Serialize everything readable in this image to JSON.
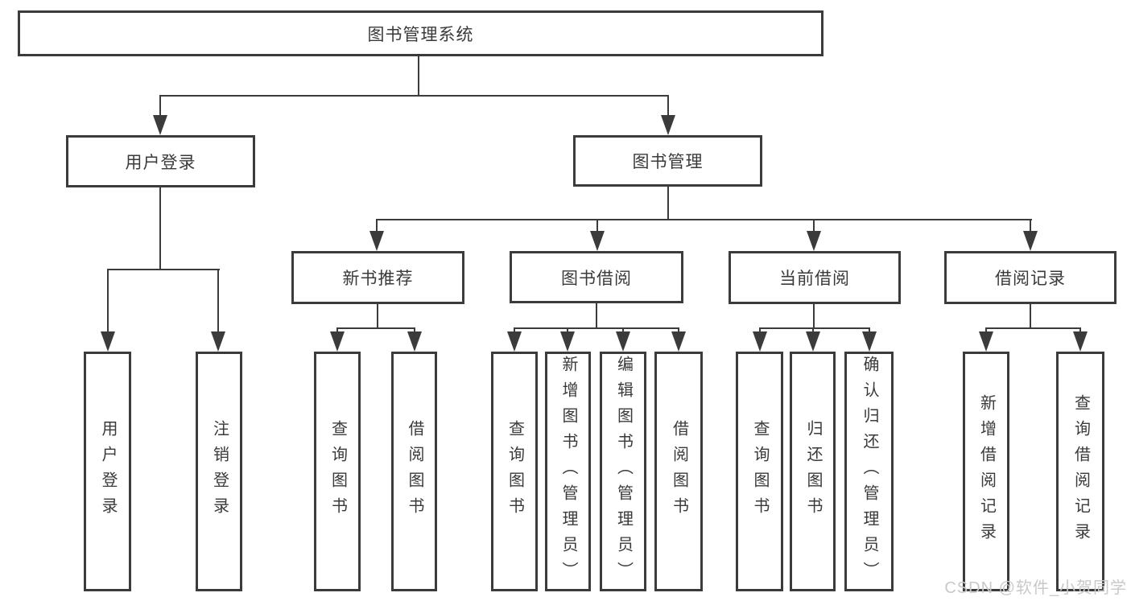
{
  "tree": {
    "label": "图书管理系统",
    "children": [
      {
        "label": "用户登录",
        "children": [
          {
            "label": "用户登录"
          },
          {
            "label": "注销登录"
          }
        ]
      },
      {
        "label": "图书管理",
        "children": [
          {
            "label": "新书推荐",
            "children": [
              {
                "label": "查询图书"
              },
              {
                "label": "借阅图书"
              }
            ]
          },
          {
            "label": "图书借阅",
            "children": [
              {
                "label": "查询图书"
              },
              {
                "label": "新增图书（管理员）"
              },
              {
                "label": "编辑图书（管理员）"
              },
              {
                "label": "借阅图书"
              }
            ]
          },
          {
            "label": "当前借阅",
            "children": [
              {
                "label": "查询图书"
              },
              {
                "label": "归还图书"
              },
              {
                "label": "确认归还（管理员）"
              }
            ]
          },
          {
            "label": "借阅记录",
            "children": [
              {
                "label": "新增借阅记录"
              },
              {
                "label": "查询借阅记录"
              }
            ]
          }
        ]
      }
    ]
  },
  "watermark": "CSDN @软件_小贺同学",
  "colors": {
    "line": "#3b3b3b",
    "text": "#3a3a3a",
    "background": "#ffffff",
    "watermark": "#c9c9c9"
  }
}
